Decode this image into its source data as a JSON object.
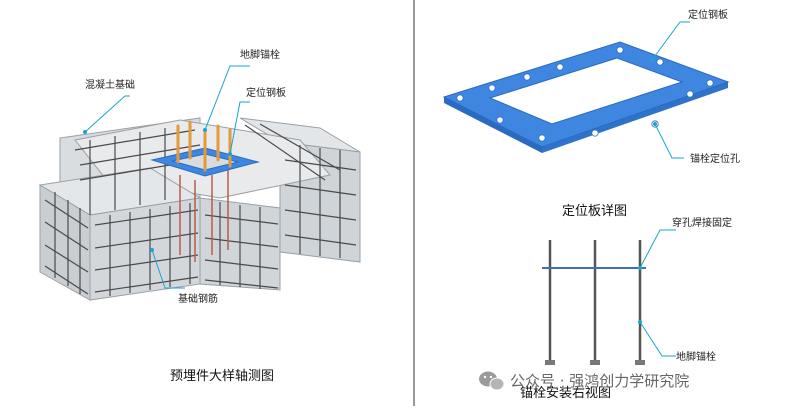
{
  "left_panel": {
    "labels": {
      "concrete_foundation": "混凝土基础",
      "anchor_bolt": "地脚锚栓",
      "positioning_plate": "定位钢板",
      "foundation_rebar": "基础钢筋"
    },
    "caption": "预埋件大样轴测图"
  },
  "right_top": {
    "labels": {
      "positioning_plate": "定位钢板",
      "bolt_hole": "锚栓定位孔"
    },
    "caption": "定位板详图"
  },
  "right_bottom": {
    "labels": {
      "weld": "穿孔焊接固定",
      "anchor_bolt": "地脚锚栓"
    },
    "caption": "锚栓安装右视图"
  },
  "watermark": {
    "text": "公众号 · 强鸿创力学研究院"
  },
  "colors": {
    "leader": "#1aa3d6",
    "plate_blue": "#3f86e0",
    "rebar_dark": "#4a4a4a",
    "bolt_orange": "#e59a3a",
    "concrete": "#d8dcdf"
  }
}
